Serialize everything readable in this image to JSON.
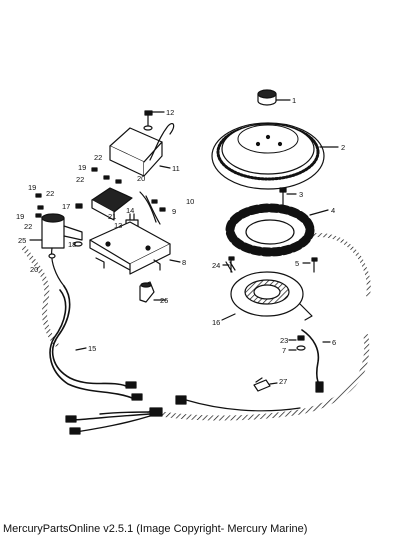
{
  "caption": "MercuryPartsOnline v2.5.1 (Image Copyright- Mercury Marine)",
  "callouts": [
    "1",
    "2",
    "3",
    "4",
    "5",
    "6",
    "7",
    "8",
    "9",
    "10",
    "11",
    "12",
    "13",
    "14",
    "15",
    "16",
    "17",
    "18",
    "19",
    "19",
    "19",
    "20",
    "20",
    "21",
    "22",
    "22",
    "22",
    "22",
    "23",
    "24",
    "25",
    "26",
    "27"
  ],
  "colors": {
    "ink": "#111111",
    "paper": "#ffffff"
  }
}
